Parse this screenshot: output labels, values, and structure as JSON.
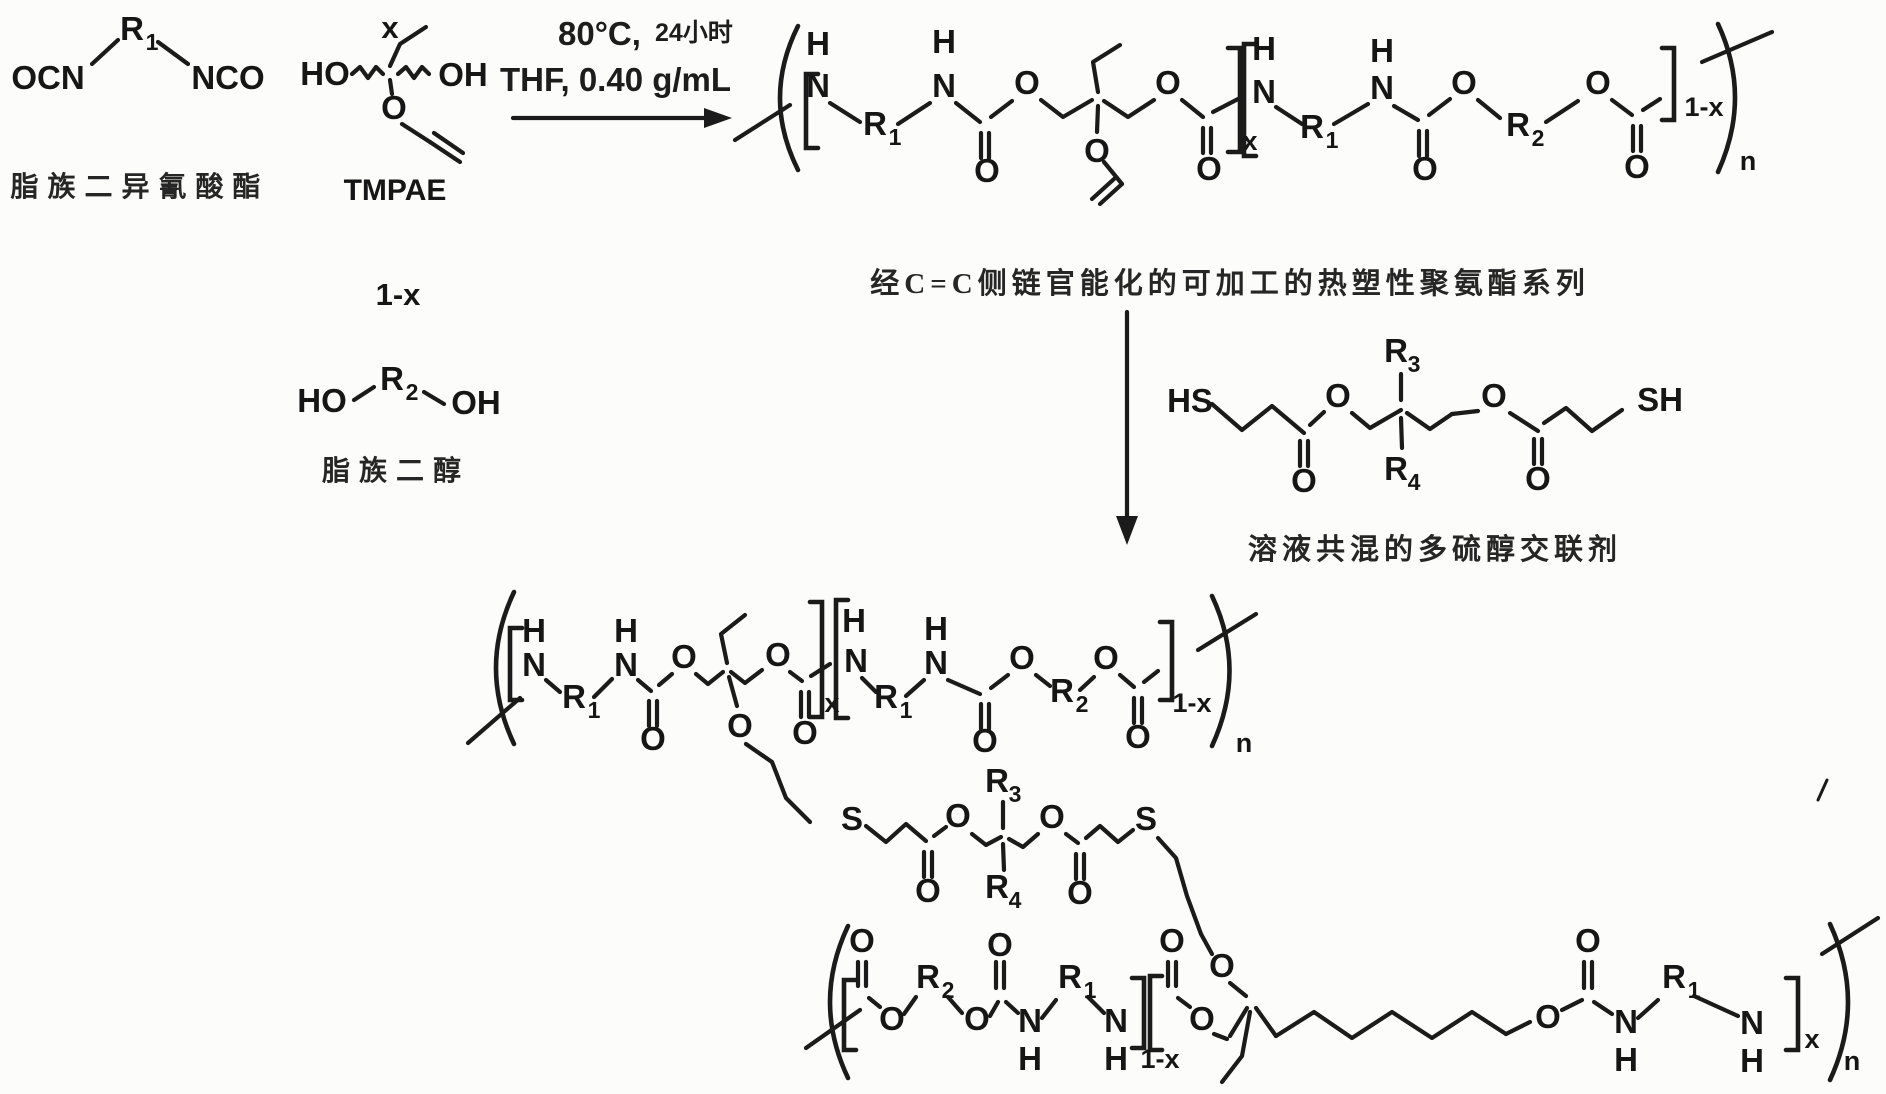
{
  "colors": {
    "ink": "#1b1b1b",
    "background": "#fcfcfa"
  },
  "labels": {
    "O": "O",
    "N": "N",
    "H": "H",
    "S": "S",
    "R": "R",
    "sub1": "1",
    "sub2": "2",
    "sub3": "3",
    "sub4": "4",
    "HO": "HO",
    "OH": "OH",
    "HS": "HS",
    "SH": "SH",
    "OCN": "OCN",
    "NCO": "NCO"
  },
  "repeat": {
    "x": "x",
    "one_minus_x": "1-x",
    "n": "n"
  },
  "reactants": {
    "diisocyanate": {
      "caption": "脂族二异氰酸酯"
    },
    "tmpae": {
      "stoichiometry": "x",
      "name": "TMPAE"
    },
    "diol": {
      "stoichiometry": "1-x",
      "caption": "脂族二醇"
    }
  },
  "reaction": {
    "temperature": "80°C,",
    "time": "24小时",
    "solvent": "THF, 0.40 g/mL"
  },
  "intermediate": {
    "caption": "经C=C侧链官能化的可加工的热塑性聚氨酯系列"
  },
  "crosslinker": {
    "caption": "溶液共混的多硫醇交联剂"
  }
}
